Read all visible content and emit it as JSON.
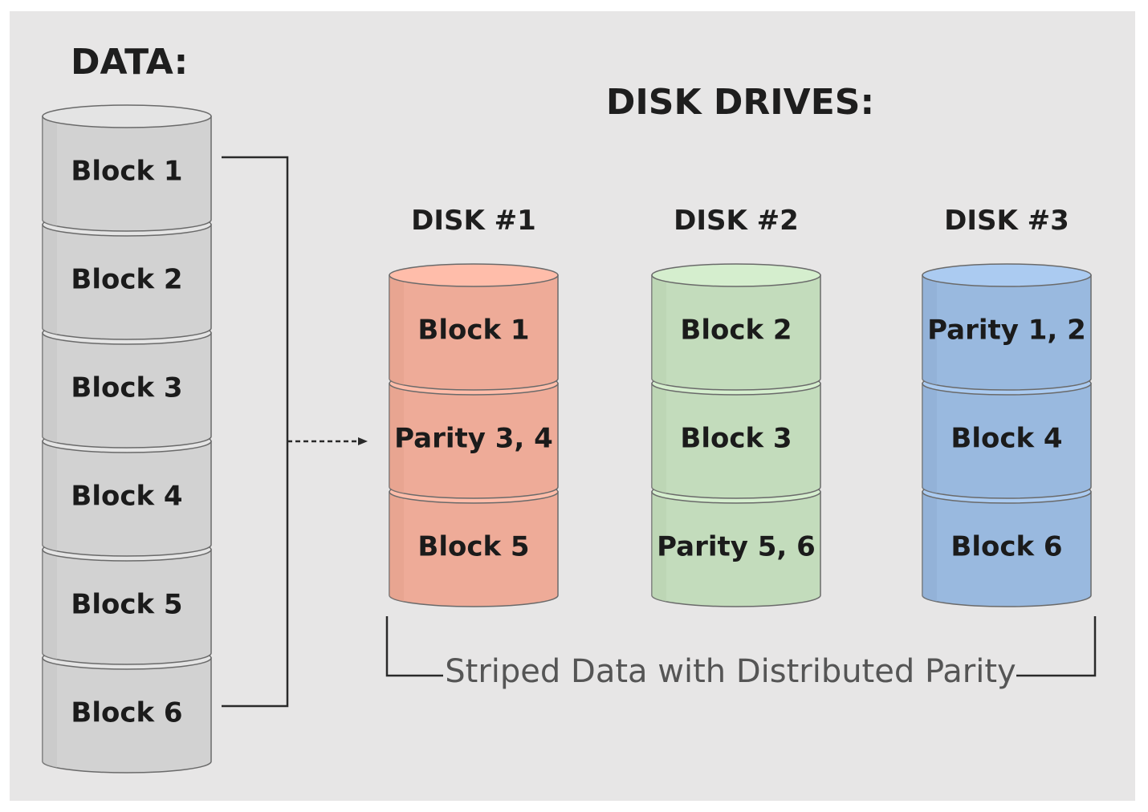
{
  "data_title": "DATA:",
  "drives_title": "DISK DRIVES:",
  "caption": "Striped Data with Distributed Parity",
  "colors": {
    "background": "#e7e6e6",
    "data_stack": "#d2d2d2",
    "disk1": "#eeab98",
    "disk2": "#c3dcbc",
    "disk3": "#99b9df"
  },
  "data_stack": {
    "blocks": [
      "Block 1",
      "Block 2",
      "Block 3",
      "Block 4",
      "Block 5",
      "Block 6"
    ]
  },
  "disks": [
    {
      "label": "DISK #1",
      "segments": [
        "Block 1",
        "Parity 3, 4",
        "Block 5"
      ]
    },
    {
      "label": "DISK #2",
      "segments": [
        "Block 2",
        "Block 3",
        "Parity 5, 6"
      ]
    },
    {
      "label": "DISK #3",
      "segments": [
        "Parity 1, 2",
        "Block 4",
        "Block 6"
      ]
    }
  ]
}
